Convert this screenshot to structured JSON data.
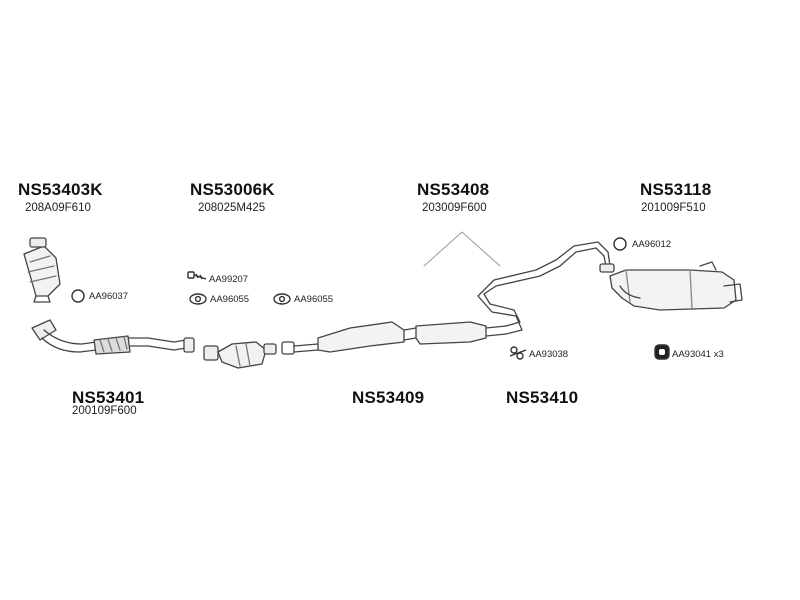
{
  "groups": [
    {
      "part_number": "NS53403K",
      "oem": "208A09F610"
    },
    {
      "part_number": "NS53006K",
      "oem": "208025M425"
    },
    {
      "part_number": "NS53408",
      "oem": "203009F600"
    },
    {
      "part_number": "NS53118",
      "oem": "201009F510"
    },
    {
      "part_number": "NS53401",
      "oem": "200109F600"
    },
    {
      "part_number": "NS53409"
    },
    {
      "part_number": "NS53410"
    }
  ],
  "accessories": [
    {
      "code": "AA96037",
      "icon": "ring-gasket-icon"
    },
    {
      "code": "AA99207",
      "icon": "bolt-icon"
    },
    {
      "code": "AA96055",
      "icon": "flange-gasket-icon"
    },
    {
      "code": "AA96055",
      "icon": "flange-gasket-icon"
    },
    {
      "code": "AA96012",
      "icon": "ring-gasket-icon"
    },
    {
      "code": "AA93038",
      "icon": "rubber-hanger-icon"
    },
    {
      "code": "AA93041 x3",
      "icon": "rubber-mount-icon"
    }
  ]
}
